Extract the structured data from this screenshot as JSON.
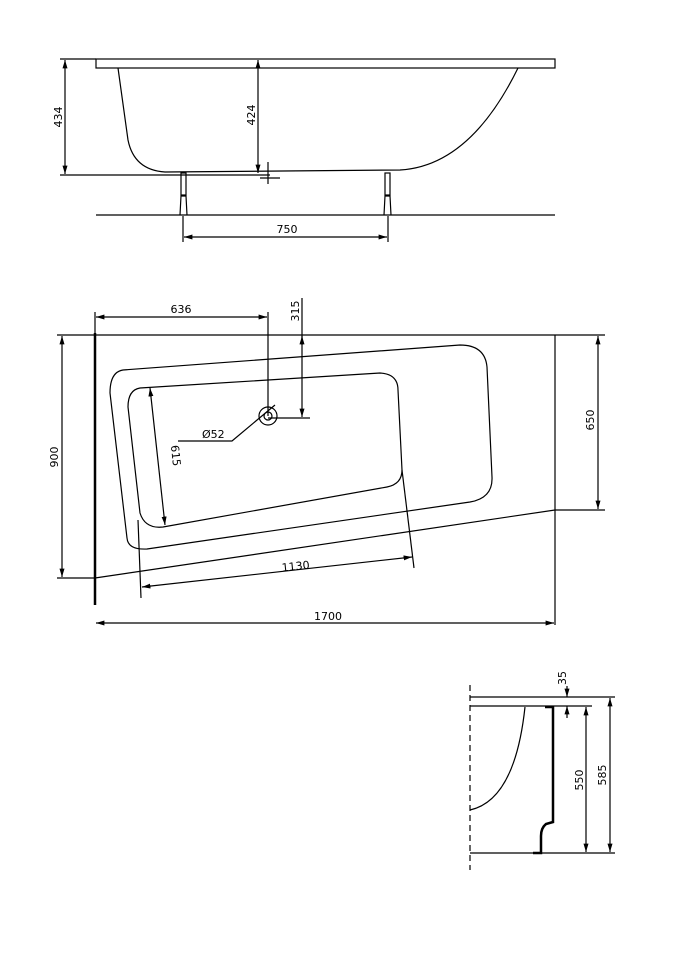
{
  "side_view": {
    "overall_height": "434",
    "inner_depth": "424",
    "leg_spacing": "750"
  },
  "plan_view": {
    "drain_x": "636",
    "drain_y": "315",
    "drain_diameter": "Ø52",
    "inner_width": "615",
    "total_width": "900",
    "narrow_end_width": "650",
    "inner_length": "1130",
    "total_length": "1700"
  },
  "section_view": {
    "rim_thickness": "35",
    "apron_height": "550",
    "total_height": "585"
  }
}
